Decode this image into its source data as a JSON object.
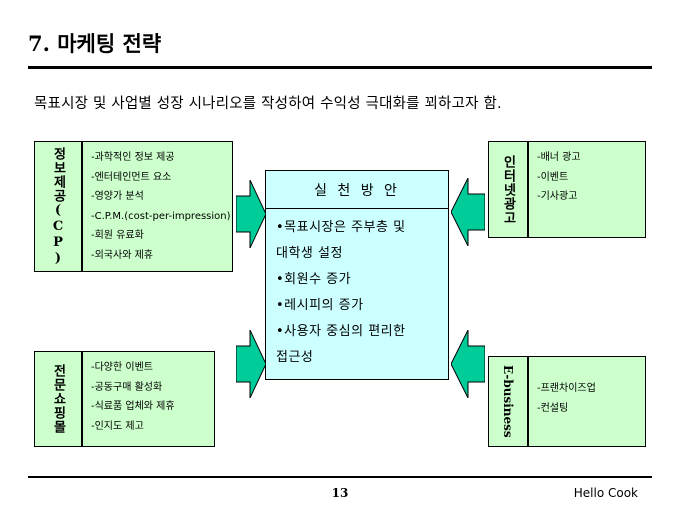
{
  "title": "7. 마케팅 전략",
  "subtitle": "목표시장 및 사업별 성장 시나리오를 작성하여 수익성 극대화를 꾀하고자 함.",
  "left_top": {
    "label": "정보제공(CP)",
    "items": [
      "-과학적인 정보 제공",
      "-엔터테인먼트 요소",
      "-영양가 분석",
      "-C.P.M.(cost-per-impression)",
      "-회원 유료화",
      "-외국사와 제휴"
    ]
  },
  "left_bottom": {
    "label": "전문쇼핑몰",
    "items": [
      "-다양한 이벤트",
      "-공동구매 활성화",
      "-식료품 업체와 제휴",
      "-인지도 제고"
    ]
  },
  "right_top": {
    "label": "인터넷광고",
    "items": [
      "-배너 광고",
      "-이벤트",
      "-기사광고"
    ]
  },
  "right_bottom": {
    "label": "E-business",
    "items": [
      "-프랜차이즈업",
      "-컨설팅"
    ]
  },
  "center": {
    "heading": "실 천 방 안",
    "lines": [
      "•목표시장은 주부층 및",
      "대학생 설정",
      "•회원수 증가",
      "•레시피의 증가",
      "•사용자 중심의 편리한",
      "접근성"
    ]
  },
  "footer": {
    "page": "13",
    "brand": "Hello Cook"
  },
  "colors": {
    "box_green": "#ccffcc",
    "box_cyan": "#ccffff",
    "arrow": "#00cc99"
  }
}
